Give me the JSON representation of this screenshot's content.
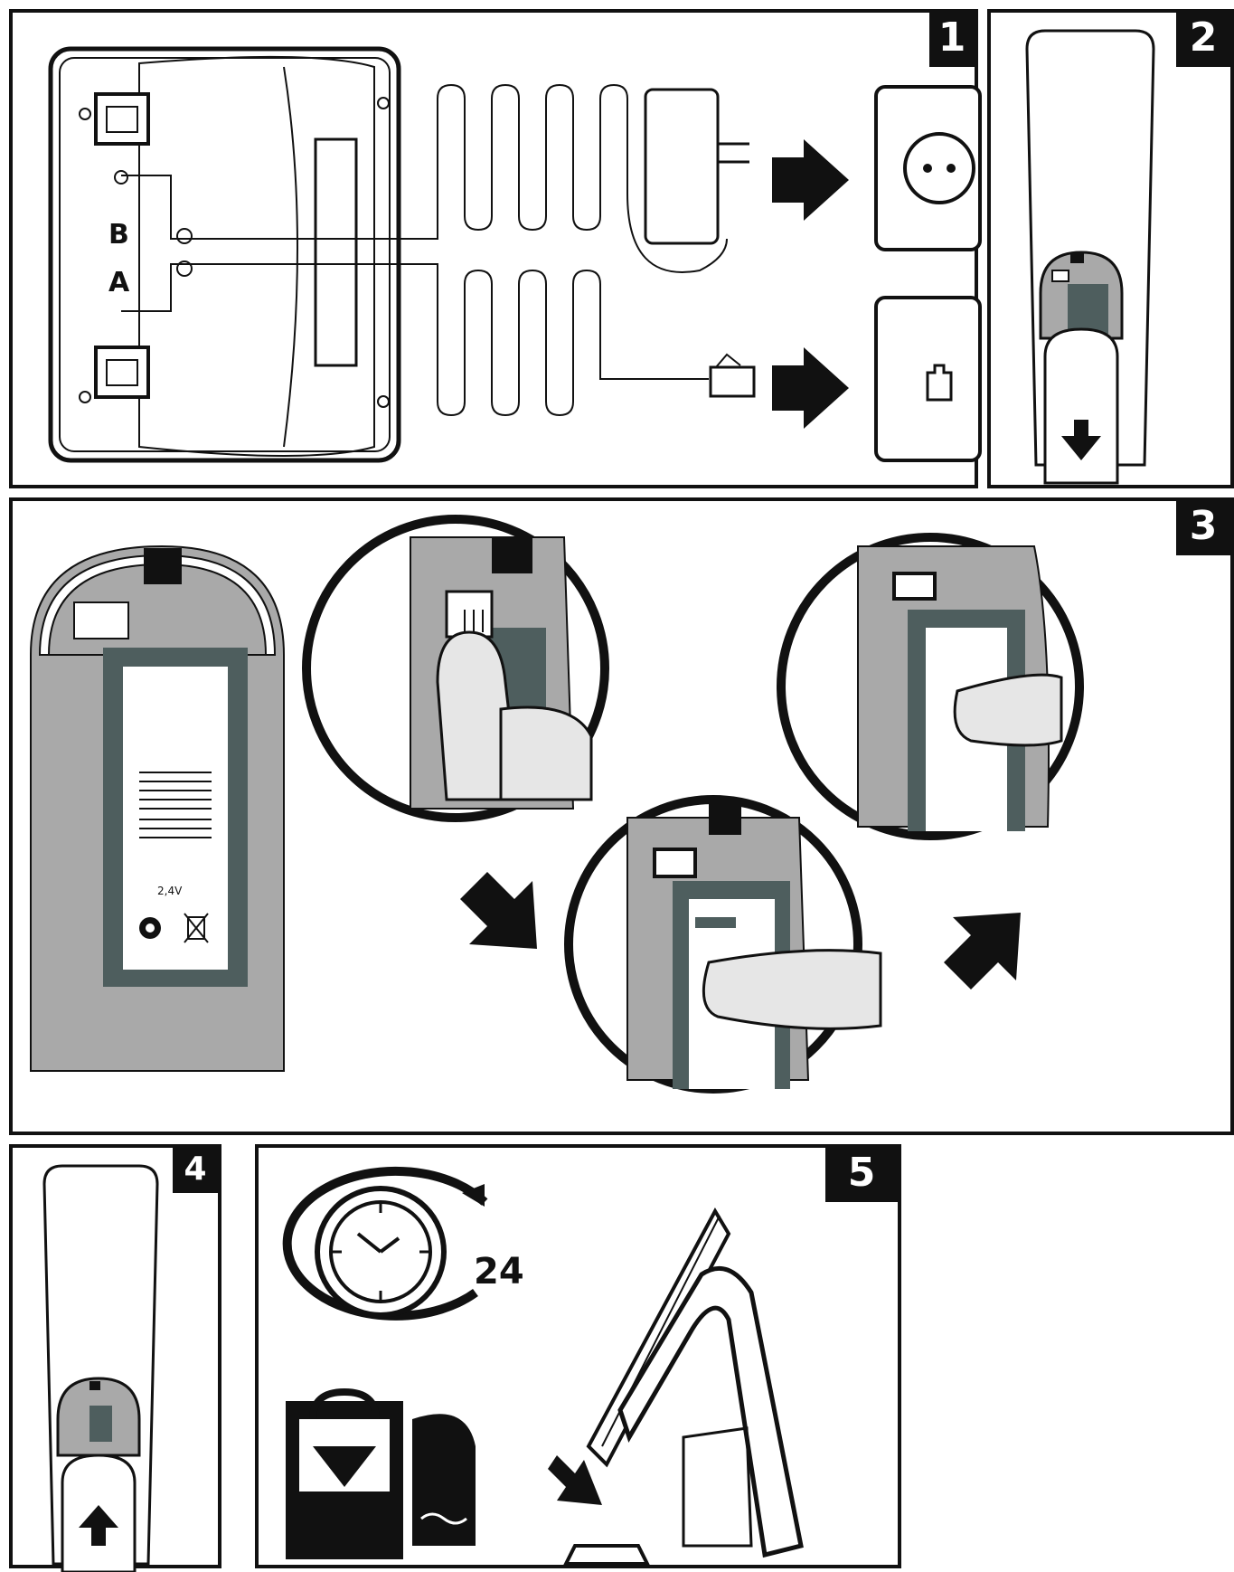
{
  "panels": [
    {
      "number": "1"
    },
    {
      "number": "2"
    },
    {
      "number": "3"
    },
    {
      "number": "4"
    },
    {
      "number": "5"
    }
  ],
  "base_labels": {
    "b": "B",
    "a": "A"
  },
  "battery_voltage": "2,4V",
  "charge_hours": "24",
  "colors": {
    "outline": "#111111",
    "gray": "#a9a9a9",
    "dark_gray": "#4e5e5e",
    "fill": "#ffffff"
  },
  "icons": [
    "power-outlet-icon",
    "phone-jack-icon",
    "arrow-right-icon",
    "arrow-down-icon",
    "arrow-up-icon",
    "clock-icon",
    "battery-charge-icon",
    "recycle-icon",
    "bin-crossed-icon"
  ]
}
